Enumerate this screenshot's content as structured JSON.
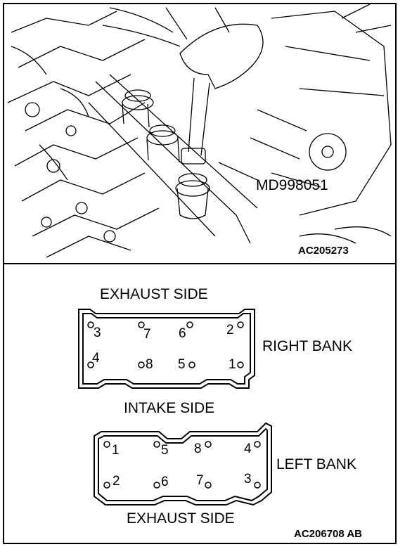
{
  "photo": {
    "tool_label": "MD998051",
    "figure_id": "AC205273"
  },
  "diagram": {
    "figure_id": "AC206708 AB",
    "exhaust_side_top": "EXHAUST SIDE",
    "intake_side": "INTAKE SIDE",
    "exhaust_side_bottom": "EXHAUST SIDE",
    "right_bank": {
      "label": "RIGHT BANK",
      "bolts": [
        "3",
        "7",
        "6",
        "2",
        "4",
        "8",
        "5",
        "1"
      ]
    },
    "left_bank": {
      "label": "LEFT BANK",
      "bolts": [
        "1",
        "5",
        "8",
        "4",
        "2",
        "6",
        "7",
        "3"
      ]
    }
  },
  "colors": {
    "line": "#000000",
    "background": "#ffffff"
  }
}
